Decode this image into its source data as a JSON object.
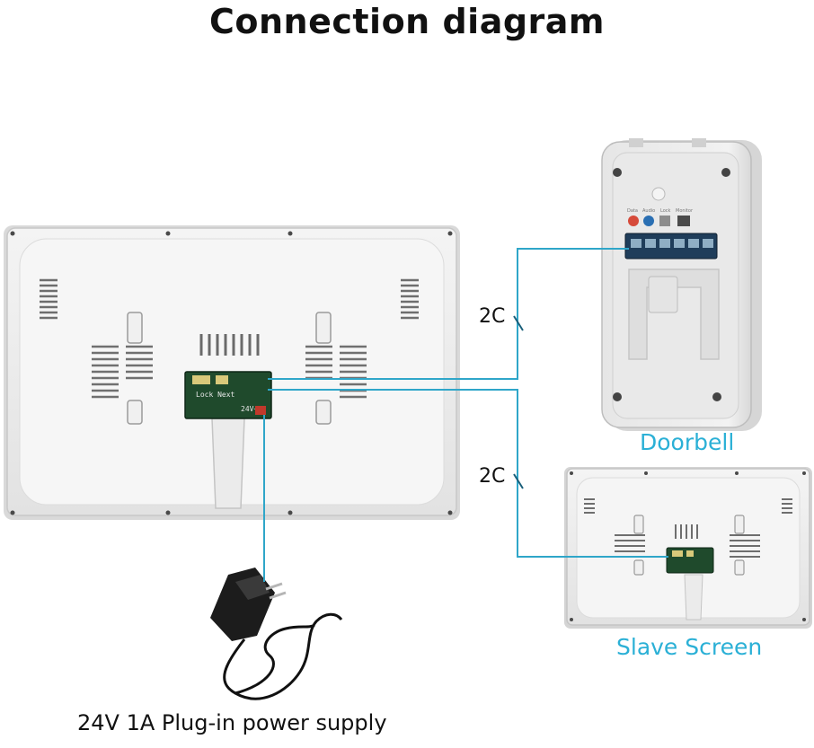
{
  "title": "Connection diagram",
  "devices": {
    "doorbell_label": "Doorbell",
    "slave_label": "Slave Screen",
    "power_label": "24V 1A Plug-in power supply"
  },
  "wires": {
    "top_label": "2C",
    "bottom_label": "2C",
    "color": "#2fa6c9"
  },
  "board_text": {
    "main_row1": "Lock Next",
    "main_row2": "24V+ -"
  },
  "doorbell_terminal_tags": [
    "Data",
    "Audio",
    "Lock",
    "Monitor"
  ]
}
